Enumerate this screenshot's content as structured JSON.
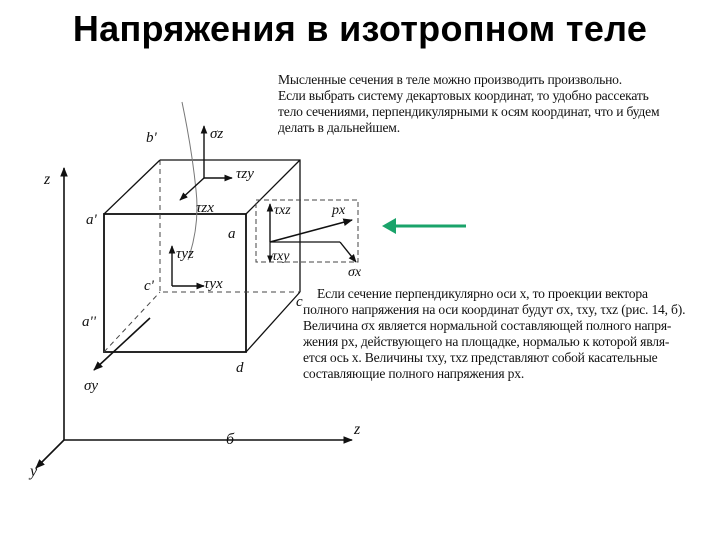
{
  "slide": {
    "title": "Напряжения в изотропном теле"
  },
  "text": {
    "para1": [
      "Мысленные сечения в теле можно производить произвольно.",
      "Если выбрать систему декартовых координат, то удобно рассекать",
      "тело сечениями, перпендикулярными к осям координат, что и будем",
      "делать в дальнейшем."
    ],
    "para2": [
      "Если сечение перпендикулярно оси x, то проекции вектора",
      "полного напряжения на оси координат будут σx, τxy, τxz (рис. 14, б).",
      "Величина σx является нормальной составляющей полного напря-",
      "жения px, действующего на площадке, нормалью к которой явля-",
      "ется ось x. Величины τxy, τxz представляют собой касательные",
      "составляющие полного напряжения px."
    ]
  },
  "figure": {
    "labels": {
      "axis_z": "z",
      "axis_y": "y",
      "axis_x": "z",
      "b_prime": "b'",
      "a_prime": "a'",
      "c_prime": "c'",
      "a_dprime": "a''",
      "a": "a",
      "c": "c",
      "d": "d",
      "b": "б",
      "sigma_z": "σz",
      "tau_zy": "τzy",
      "tau_zx": "τzx",
      "tau_yz": "τyz",
      "tau_yx": "τyx",
      "sigma_y": "σy",
      "tau_xz": "τxz",
      "tau_xy": "τxy",
      "sigma_x": "σx",
      "p_x": "px"
    },
    "arrow_color": "#1aa36a"
  }
}
